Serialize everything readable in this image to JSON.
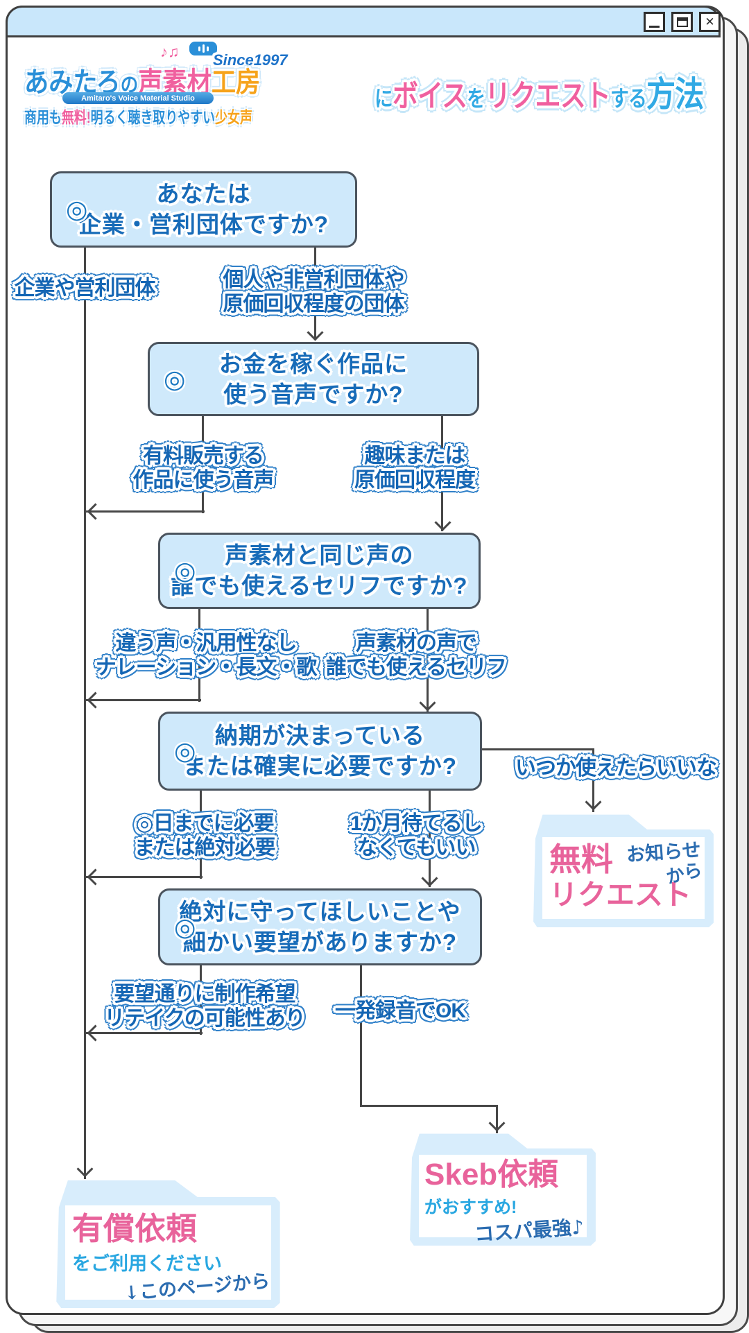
{
  "window": {
    "close_glyph": "✕"
  },
  "logo": {
    "since": "Since1997",
    "name": [
      {
        "text": "あみたろ"
      },
      {
        "text": "の"
      },
      {
        "text": "声素材"
      },
      {
        "text": "工房"
      }
    ],
    "notes": "♪♫",
    "subtitle": "Amitaro's Voice Material Studio",
    "tagline": [
      {
        "text": "商用も"
      },
      {
        "text": "無料!"
      },
      {
        "text": "明るく聴き取りやすい"
      },
      {
        "text": "少女声"
      }
    ]
  },
  "heading": [
    {
      "text": "に"
    },
    {
      "text": "ボイス"
    },
    {
      "text": "を"
    },
    {
      "text": "リクエスト"
    },
    {
      "text": "する"
    },
    {
      "text": "方法"
    }
  ],
  "questions": [
    {
      "marker": "◎",
      "line1": "あなたは",
      "line2": "企業・営利団体ですか?"
    },
    {
      "marker": "◎",
      "line1": "お金を稼ぐ作品に",
      "line2": "使う音声ですか?"
    },
    {
      "marker": "◎",
      "line1": "声素材と同じ声の",
      "line2": "誰でも使えるセリフですか?"
    },
    {
      "marker": "◎",
      "line1": "納期が決まっている",
      "line2": "または確実に必要ですか?"
    },
    {
      "marker": "◎",
      "line1": "絶対に守ってほしいことや",
      "line2": "細かい要望がありますか?"
    }
  ],
  "labels": {
    "l1a": [
      "企業や営利団体"
    ],
    "l1b": [
      "個人や非営利団体や",
      "原価回収程度の団体"
    ],
    "l2a": [
      "有料販売する",
      "作品に使う音声"
    ],
    "l2b": [
      "趣味または",
      "原価回収程度"
    ],
    "l3a": [
      "違う声・汎用性なし",
      "ナレーション・長文・歌"
    ],
    "l3b": [
      "声素材の声で",
      "誰でも使えるセリフ"
    ],
    "l4a": [
      "◎日までに必要",
      "または絶対必要"
    ],
    "l4b": [
      "1か月待てるし",
      "なくてもいい"
    ],
    "l4c": [
      "いつか使えたらいいな"
    ],
    "l5a": [
      "要望通りに制作希望",
      "リテイクの可能性あり"
    ],
    "l5b": [
      "一発録音でOK"
    ]
  },
  "folders": {
    "free_request": {
      "title1": "無料",
      "title2": "リクエスト",
      "note1": "お知らせ",
      "note2": "から"
    },
    "skeb": {
      "title": "Skeb依頼",
      "sub": "がおすすめ!",
      "note": "コスパ最強♪"
    },
    "paid": {
      "title": "有償依頼",
      "sub": "をご利用ください",
      "note": "↓このページから"
    }
  },
  "colors": {
    "accent_pink": "#e8639b",
    "accent_cyan": "#29a7e1",
    "bubble_blue": "#1566b4",
    "box_fill": "#cfe9fb",
    "box_text": "#176bb8",
    "line": "#474747",
    "titlebar": "#c9e7fb",
    "handwriting": "#2b6cb0",
    "logo_orange": "#f6a31b",
    "logo_pink": "#f0609f",
    "logo_blue": "#2a8fd8"
  }
}
